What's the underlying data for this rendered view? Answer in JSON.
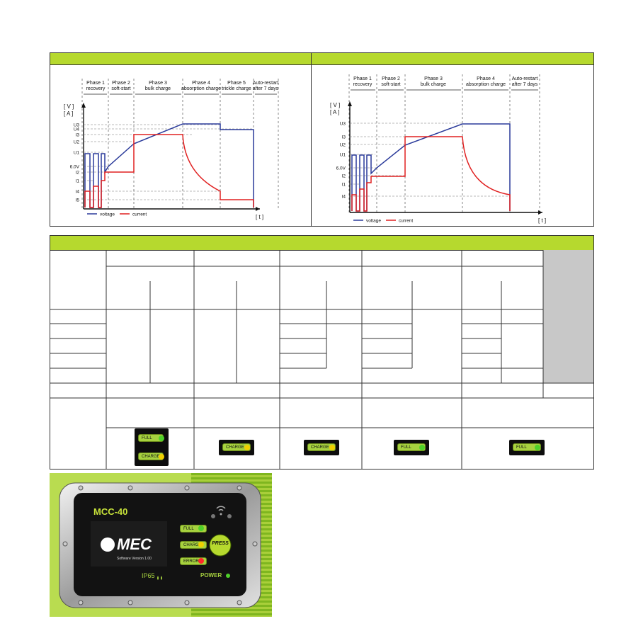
{
  "charts": [
    {
      "phases": [
        {
          "num": "Phase 1",
          "name": "recovery"
        },
        {
          "num": "Phase 2",
          "name": "soft-start"
        },
        {
          "num": "Phase 3",
          "name": "bulk charge"
        },
        {
          "num": "Phase 4",
          "name": "absorption charge"
        },
        {
          "num": "Phase 5",
          "name": "trickle charge"
        },
        {
          "num": "Auto-restart",
          "name": "after 7 days"
        }
      ],
      "y_labels": [
        "U3",
        "U4",
        "I3",
        "U2",
        "U1",
        "6.0V",
        "I2",
        "I1",
        "I4",
        "I5"
      ],
      "axis_top_1": "[ V ]",
      "axis_top_2": "[ A ]",
      "axis_x": "[ t ]",
      "legend": [
        {
          "label": "voltage",
          "color": "#2a3a9a"
        },
        {
          "label": "current",
          "color": "#e02020"
        }
      ]
    },
    {
      "phases": [
        {
          "num": "Phase 1",
          "name": "recovery"
        },
        {
          "num": "Phase 2",
          "name": "soft-start"
        },
        {
          "num": "Phase 3",
          "name": "bulk charge"
        },
        {
          "num": "Phase 4",
          "name": "absorption charge"
        },
        {
          "num": "Auto-restart",
          "name": "after 7 days"
        }
      ],
      "y_labels": [
        "U3",
        "I3",
        "U2",
        "U1",
        "6.0V",
        "I2",
        "I1",
        "I4"
      ],
      "axis_top_1": "[ V ]",
      "axis_top_2": "[ A ]",
      "axis_x": "[ t ]",
      "legend": [
        {
          "label": "voltage",
          "color": "#2a3a9a"
        },
        {
          "label": "current",
          "color": "#e02020"
        }
      ]
    }
  ],
  "indicators": {
    "full": "FULL",
    "charge": "CHARGE"
  },
  "device": {
    "model": "MCC-40",
    "brand": "MEC",
    "software": "Software Version 1.00",
    "rating": "IP65",
    "leds": {
      "full": "FULL",
      "charge": "CHARGE",
      "error": "ERROR"
    },
    "press": "PRESS",
    "power": "POWER"
  },
  "colors": {
    "accent_green": "#b6d92e",
    "voltage": "#2a3a9a",
    "current": "#e02020",
    "led_green": "#4fd12a",
    "led_yellow": "#f0d000",
    "led_red": "#ff2a2a"
  }
}
